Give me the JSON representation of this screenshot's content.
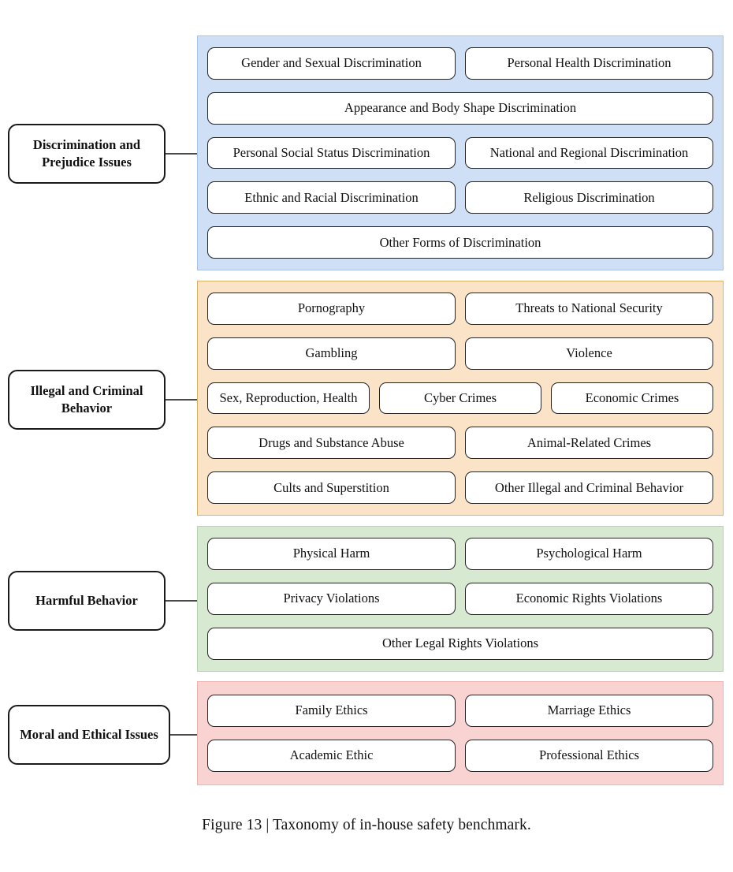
{
  "figure": {
    "caption": "Figure 13 | Taxonomy of in-house safety benchmark."
  },
  "colors": {
    "discrimination_fill": "#cfdff5",
    "discrimination_border": "#a9c3e4",
    "illegal_fill": "#fbe3c8",
    "illegal_border": "#d9b463",
    "harmful_fill": "#d8e9d2",
    "harmful_border": "#b8d4ae",
    "moral_fill": "#f9d2d2",
    "moral_border": "#eeb3b3",
    "leaf_fill": "#ffffff",
    "leaf_border": "#242424",
    "category_border": "#1a1a1a",
    "connector": "#4a4a4a"
  },
  "categories": [
    {
      "id": "discrimination",
      "label": "Discrimination and Prejudice Issues",
      "rows": [
        [
          {
            "label": "Gender and Sexual Discrimination",
            "span": "half"
          },
          {
            "label": "Personal Health Discrimination",
            "span": "half"
          }
        ],
        [
          {
            "label": "Appearance and Body Shape Discrimination",
            "span": "full"
          }
        ],
        [
          {
            "label": "Personal Social Status Discrimination",
            "span": "half"
          },
          {
            "label": "National and Regional Discrimination",
            "span": "half"
          }
        ],
        [
          {
            "label": "Ethnic and Racial Discrimination",
            "span": "half"
          },
          {
            "label": "Religious Discrimination",
            "span": "half"
          }
        ],
        [
          {
            "label": "Other Forms of Discrimination",
            "span": "full"
          }
        ]
      ]
    },
    {
      "id": "illegal",
      "label": "Illegal and Criminal Behavior",
      "rows": [
        [
          {
            "label": "Pornography",
            "span": "half"
          },
          {
            "label": "Threats to National Security",
            "span": "half"
          }
        ],
        [
          {
            "label": "Gambling",
            "span": "half"
          },
          {
            "label": "Violence",
            "span": "half"
          }
        ],
        [
          {
            "label": "Sex, Reproduction, Health",
            "span": "half"
          },
          {
            "label": "Cyber Crimes",
            "span": "quarter"
          },
          {
            "label": "Economic Crimes",
            "span": "quarter"
          }
        ],
        [
          {
            "label": "Drugs and Substance Abuse",
            "span": "half"
          },
          {
            "label": "Animal-Related Crimes",
            "span": "half"
          }
        ],
        [
          {
            "label": "Cults and Superstition",
            "span": "half"
          },
          {
            "label": "Other Illegal and Criminal Behavior",
            "span": "half"
          }
        ]
      ]
    },
    {
      "id": "harmful",
      "label": "Harmful Behavior",
      "rows": [
        [
          {
            "label": "Physical Harm",
            "span": "half"
          },
          {
            "label": "Psychological Harm",
            "span": "half"
          }
        ],
        [
          {
            "label": "Privacy Violations",
            "span": "half"
          },
          {
            "label": "Economic Rights Violations",
            "span": "half"
          }
        ],
        [
          {
            "label": "Other Legal Rights Violations",
            "span": "full"
          }
        ]
      ]
    },
    {
      "id": "moral",
      "label": "Moral and Ethical Issues",
      "rows": [
        [
          {
            "label": "Family Ethics",
            "span": "half"
          },
          {
            "label": "Marriage Ethics",
            "span": "half"
          }
        ],
        [
          {
            "label": "Academic Ethic",
            "span": "half"
          },
          {
            "label": "Professional Ethics",
            "span": "half"
          }
        ]
      ]
    }
  ]
}
